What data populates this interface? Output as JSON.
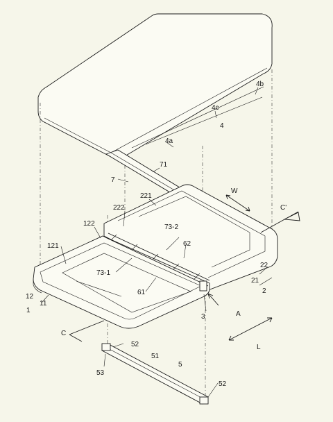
{
  "labels": {
    "l4b": "4b",
    "l4c": "4c",
    "l4": "4",
    "l4a": "4a",
    "l71": "71",
    "l7": "7",
    "l221": "221",
    "lW": "W",
    "lCprime": "C'",
    "l222": "222",
    "l122": "122",
    "l732": "73-2",
    "l121": "121",
    "l62": "62",
    "l731": "73-1",
    "l22": "22",
    "l21": "21",
    "l61": "61",
    "l2": "2",
    "l12": "12",
    "l11": "11",
    "l1": "1",
    "l3": "3",
    "lA": "A",
    "lC": "C",
    "lL": "L",
    "l52a": "52",
    "l51": "51",
    "l53": "53",
    "l5": "5",
    "l52b": "52"
  }
}
